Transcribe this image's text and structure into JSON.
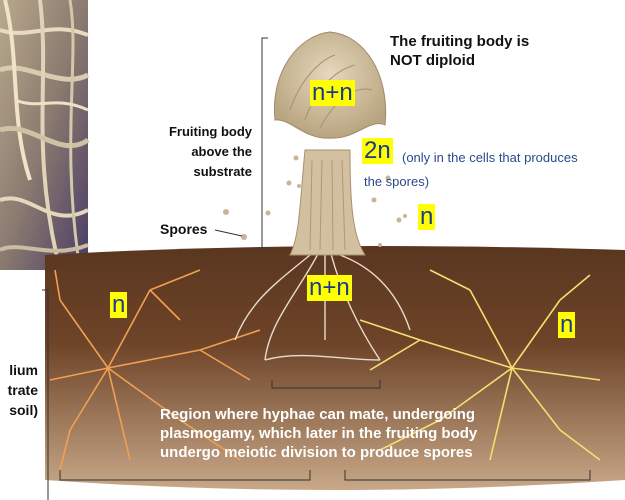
{
  "labels": {
    "fruiting_title_line1": "The fruiting body is",
    "fruiting_title_line2": "NOT diploid",
    "fruiting_body_line1": "Fruiting body",
    "fruiting_body_line2": "above the",
    "fruiting_body_line3": "substrate",
    "spores": "Spores",
    "mycelium_line1": "lium",
    "mycelium_line2": "trate",
    "mycelium_line3": "soil)",
    "twoN_note_line1": "(only in the cells that produces",
    "twoN_note_line2": "the spores)",
    "region_line1": "Region where hyphae can mate, undergoing",
    "region_line2": "plasmogamy, which later in the fruiting body",
    "region_line3": "undergo meiotic division to produce spores"
  },
  "ploidy": {
    "cap": "n+n",
    "stalk": "2n",
    "spore": "n",
    "center": "n+n",
    "left": "n",
    "right": "n"
  },
  "colors": {
    "highlight": "#ffff00",
    "ploidy_text": "#1a3a8a",
    "soil": "#6b4226",
    "left_mycelium": "#f0a050",
    "right_mycelium": "#f2e070",
    "mushroom": "#d8c8a8"
  }
}
